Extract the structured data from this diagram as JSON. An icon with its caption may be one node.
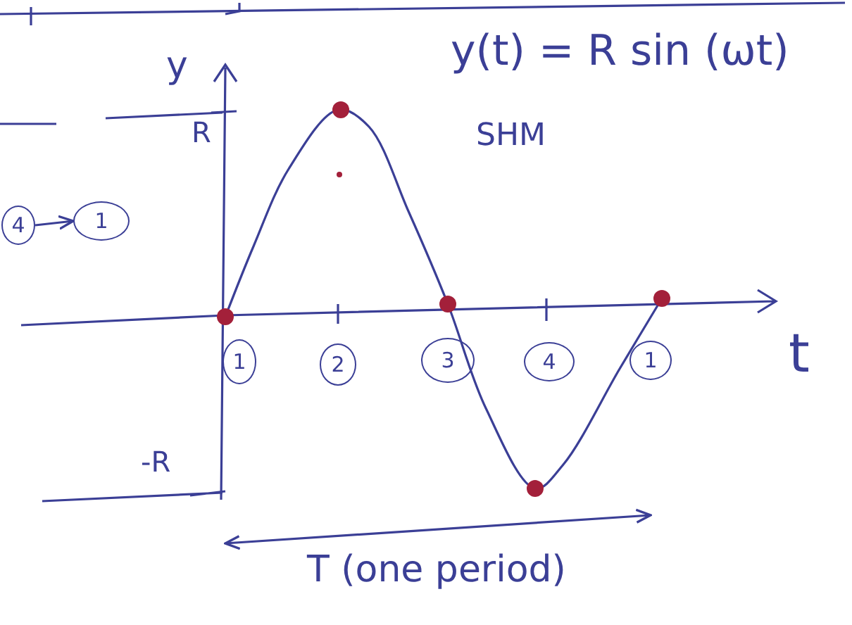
{
  "diagram": {
    "nodes": [
      {
        "text": [
          "4"
        ]
      },
      {
        "text": [
          "1"
        ]
      },
      {
        "text": [
          "1"
        ]
      },
      {
        "text": [
          "2"
        ]
      },
      {
        "text": [
          "3"
        ]
      },
      {
        "text": [
          "4"
        ]
      },
      {
        "text": [
          "1"
        ]
      }
    ],
    "edges": [
      {
        "from": 0,
        "to": 1,
        "arrow": "to"
      }
    ],
    "labels": [
      "y",
      "R",
      "y(t) = R sin (ωt)",
      "SHM",
      "t",
      "-R",
      "T (one period)"
    ]
  }
}
